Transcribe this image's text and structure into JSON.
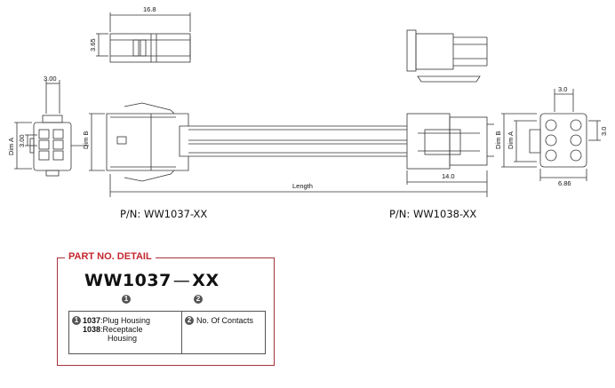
{
  "dims": {
    "top_width": "16.8",
    "top_height": "3.65",
    "left_width": "3.00",
    "left_pitch": "3.00",
    "dim_a": "Dim A",
    "dim_b": "Dim B",
    "length": "Length",
    "right_len": "14.0",
    "rv_pitch_top": "3.0",
    "rv_pitch_side": "3.0",
    "rv_width": "6.86"
  },
  "part_numbers": {
    "plug": "P/N: WW1037-XX",
    "receptacle": "P/N: WW1038-XX"
  },
  "detail": {
    "title": "PART NO. DETAIL",
    "model_base": "WW1037",
    "dash": "—",
    "model_suffix": "XX",
    "bullet1": "1",
    "bullet2": "2",
    "code1": "1037",
    "desc1": ":Plug Housing",
    "code2": "1038",
    "desc2a": ":Receptacle",
    "desc2b": "Housing",
    "contacts": "No. Of Contacts"
  },
  "colors": {
    "accent": "#c4262e",
    "border": "#a8323b",
    "line": "#333333"
  }
}
